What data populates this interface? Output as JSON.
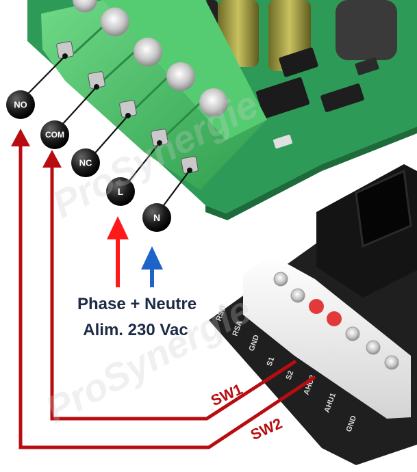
{
  "relay_terminals": [
    {
      "id": "no",
      "label": "NO"
    },
    {
      "id": "com",
      "label": "COM"
    },
    {
      "id": "nc",
      "label": "NC"
    },
    {
      "id": "l",
      "label": "L"
    },
    {
      "id": "n",
      "label": "N"
    }
  ],
  "power": {
    "line1": "Phase + Neutre",
    "line2": "Alim. 230 Vac",
    "phase_color": "#ff1a1a",
    "neutral_color": "#1e63c7"
  },
  "switch_wires": [
    {
      "id": "sw1",
      "label": "SW1"
    },
    {
      "id": "sw2",
      "label": "SW2"
    }
  ],
  "wire_color": "#b80d10",
  "lower_board_pins": [
    "RSB",
    "RSA",
    "GND",
    "S1",
    "S2",
    "AHU2",
    "AHU1",
    "GND"
  ],
  "watermark": "ProSynergie",
  "colors": {
    "pcb": "#2e9a57",
    "terminal_block": "#4cc36a",
    "terminal_dot": "#1a1a1a"
  }
}
